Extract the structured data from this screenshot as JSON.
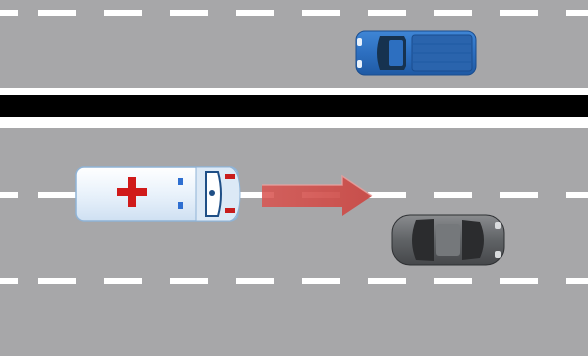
{
  "scene": {
    "road_color": "#a7a7a9",
    "lane_marking_color": "#ffffff",
    "median_color": "#000000",
    "objects": [
      {
        "name": "pickup-truck",
        "color": "#3f86d6",
        "direction": "left"
      },
      {
        "name": "ambulance",
        "color": "#e9f2fb",
        "cross_color": "#d01a1a",
        "direction": "right"
      },
      {
        "name": "motion-arrow",
        "color": "#d9534f",
        "direction": "right"
      },
      {
        "name": "sedan",
        "color": "#606366",
        "direction": "right"
      }
    ]
  }
}
